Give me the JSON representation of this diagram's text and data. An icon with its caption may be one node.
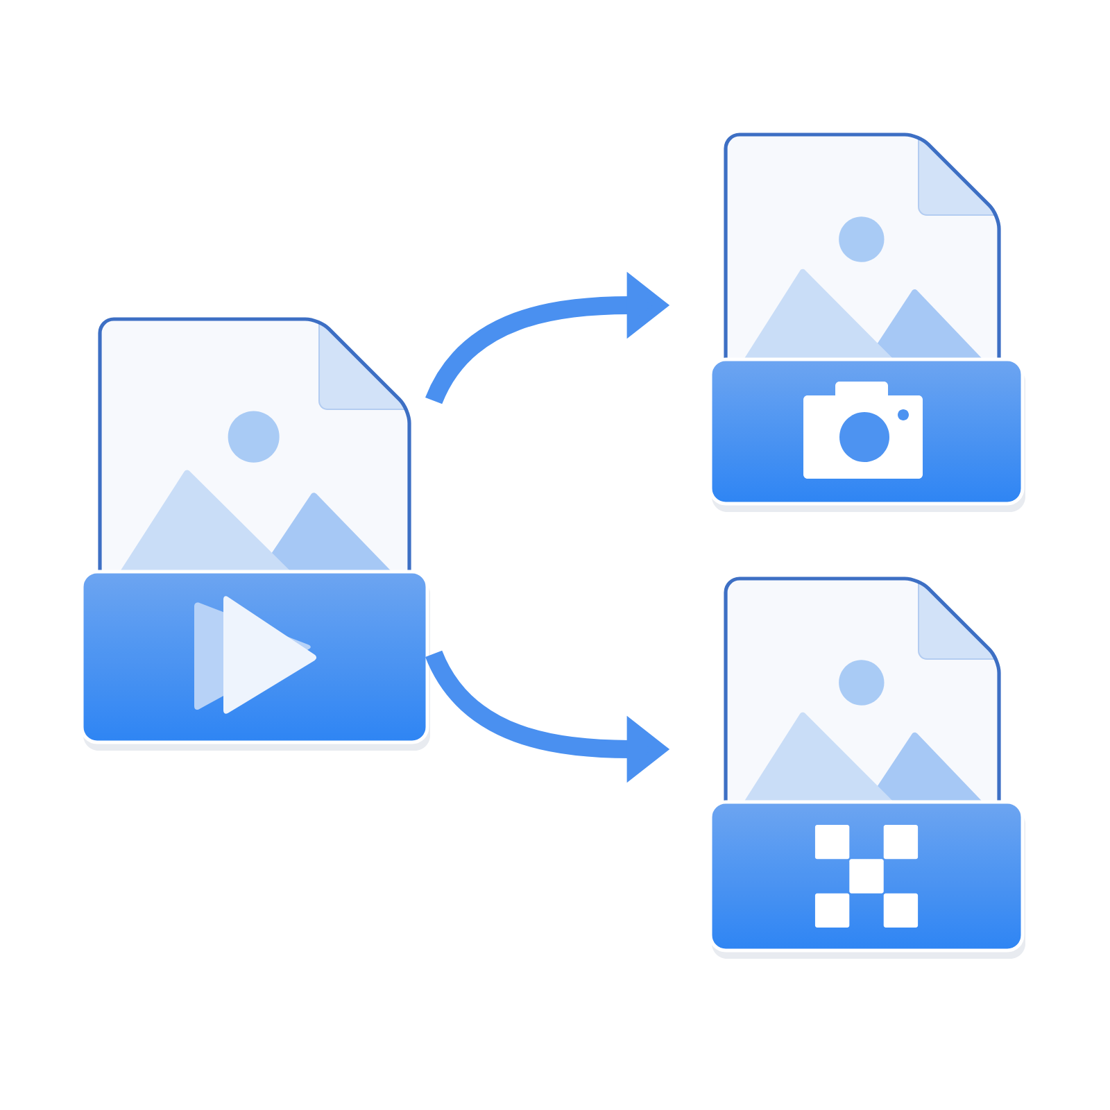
{
  "diagram": {
    "nodes": [
      {
        "text": [],
        "shape": "picture"
      },
      {
        "text": [],
        "shape": "picture"
      },
      {
        "text": [],
        "shape": "picture"
      }
    ],
    "edges": [
      {
        "from": 0,
        "to": 1,
        "arrow": "to"
      },
      {
        "from": 0,
        "to": 2,
        "arrow": "to"
      }
    ]
  }
}
